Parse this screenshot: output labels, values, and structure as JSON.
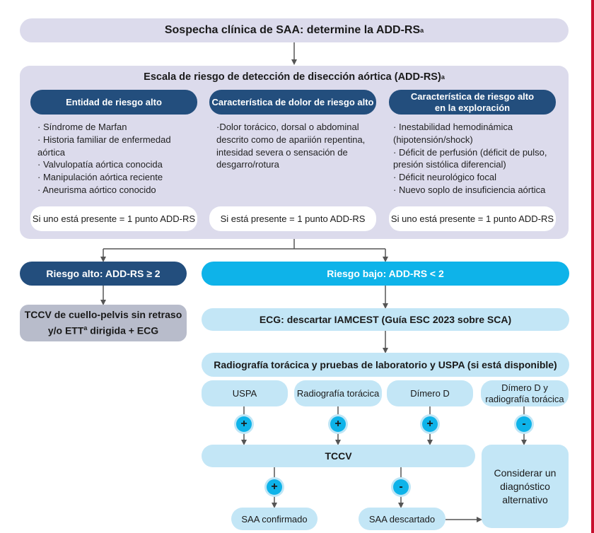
{
  "top_title": "Sospecha clínica de SAA: determine la ADD-RS",
  "top_sup": "a",
  "panel_title": "Escala de riesgo de detección de disección aórtica (ADD-RS)",
  "panel_sup": "a",
  "columns": [
    {
      "header": "Entidad de riesgo alto",
      "items": [
        "Síndrome de Marfan",
        "Historia familiar de enfermedad aórtica",
        "Valvulopatía aórtica conocida",
        "Manipulación aórtica reciente",
        "Aneurisma aórtico conocido"
      ],
      "score": "Si uno está presente = 1 punto ADD-RS"
    },
    {
      "header": "Característica de dolor de riesgo alto",
      "text": "·Dolor torácico, dorsal o abdominal descrito como de apariión repentina, intesidad severa o sensación de desgarro/rotura",
      "score": "Si está presente = 1 punto ADD-RS"
    },
    {
      "header_line1": "Característica de riesgo alto",
      "header_line2": "en la exploración",
      "items": [
        "Inestabilidad hemodinámica (hipotensión/shock)",
        "Déficit de perfusión (déficit de pulso, presión sistólica diferencial)",
        "Déficit neurológico focal",
        "Nuevo soplo de insuficiencia aórtica"
      ],
      "score": "Si uno está presente = 1 punto ADD-RS"
    }
  ],
  "high_risk": "Riesgo alto: ADD-RS ≥ 2",
  "high_action_line1": "TCCV de cuello-pelvis sin retraso",
  "high_action_line2_a": "y/o ETT",
  "high_action_sup": "a",
  "high_action_line2_b": " dirigida + ECG",
  "low_risk": "Riesgo bajo: ADD-RS < 2",
  "ecg": "ECG: descartar IAMCEST (Guía ESC 2023 sobre SCA)",
  "xray_lab": "Radiografía torácica y pruebas de laboratorio y USPA (si está disponible)",
  "tests": [
    "USPA",
    "Radiografía torácica",
    "Dímero D"
  ],
  "test4_line1": "Dímero D y",
  "test4_line2": "radiografía torácica",
  "plus": "+",
  "minus": "-",
  "tccv": "TCCV",
  "alt_line1": "Considerar un",
  "alt_line2": "diagnóstico",
  "alt_line3": "alternativo",
  "confirmed": "SAA confirmado",
  "discarded": "SAA descartado",
  "colors": {
    "navy": "#234e7d",
    "cyan": "#0eb3e9",
    "light_blue": "#c3e6f6",
    "lavender": "#dcdbec",
    "grey": "#b8bccb",
    "frame_red": "#c8102e"
  }
}
